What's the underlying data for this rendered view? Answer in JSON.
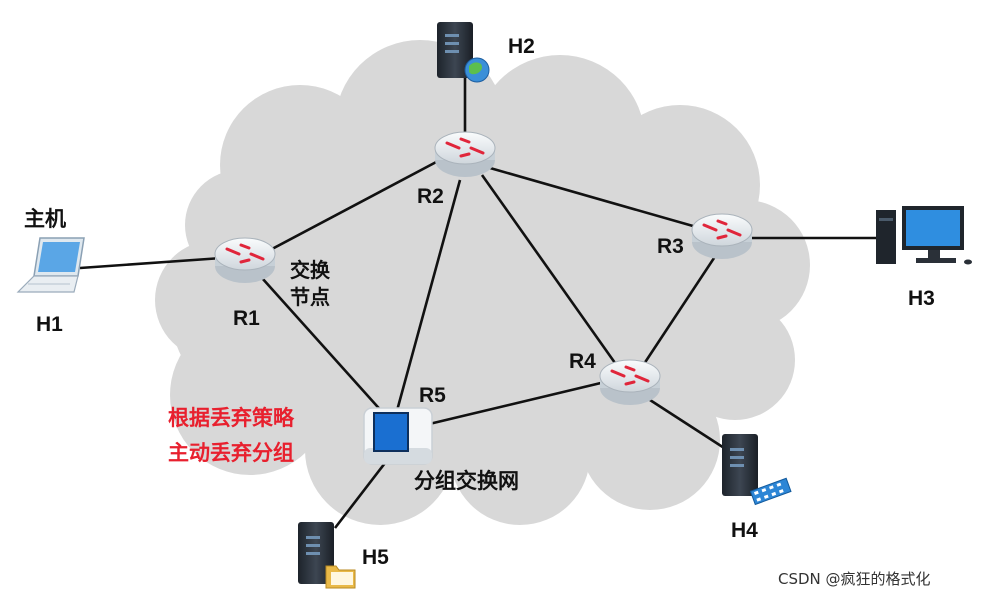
{
  "nodes": {
    "h1": {
      "label": "H1",
      "caption": "主机"
    },
    "h2": {
      "label": "H2"
    },
    "h3": {
      "label": "H3"
    },
    "h4": {
      "label": "H4"
    },
    "h5": {
      "label": "H5"
    },
    "r1": {
      "label": "R1"
    },
    "r2": {
      "label": "R2"
    },
    "r3": {
      "label": "R3"
    },
    "r4": {
      "label": "R4"
    },
    "r5": {
      "label": "R5"
    }
  },
  "annotations": {
    "switch_node_line1": "交换",
    "switch_node_line2": "节点",
    "drop_line1": "根据丢弃策略",
    "drop_line2": "主动丢弃分组",
    "network_name": "分组交换网"
  },
  "colors": {
    "cloud": "#d8d8d8",
    "link": "#111111",
    "router": "#e9eef2",
    "router_arrow": "#e0263b",
    "drop_text": "#e8202e",
    "packet": "#1a6fd1"
  },
  "watermark": "CSDN @疯狂的格式化"
}
